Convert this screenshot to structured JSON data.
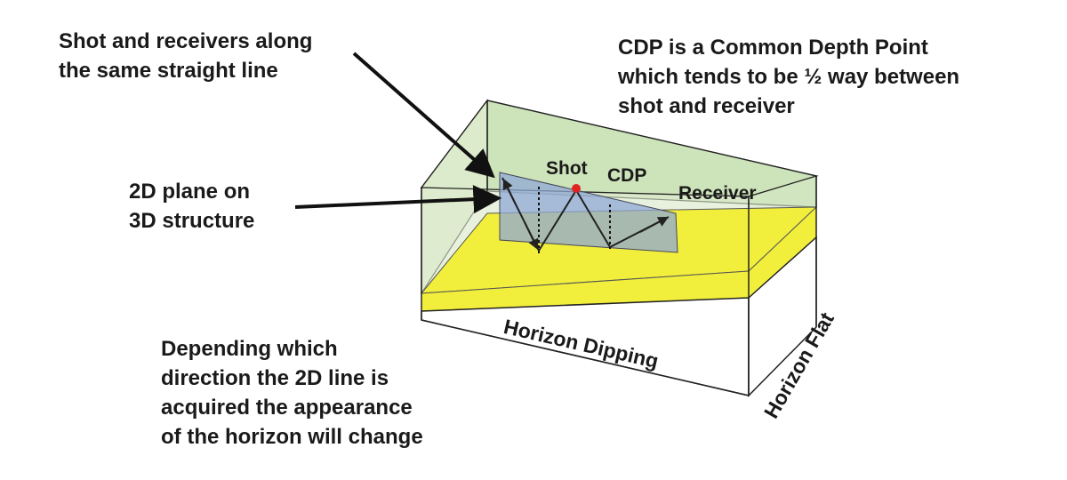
{
  "callouts": {
    "shot_receivers": {
      "line1": "Shot and receivers along",
      "line2": "the same straight line"
    },
    "cdp_definition": {
      "line1": "CDP is a Common Depth Point",
      "line2": "which tends to be ½ way between",
      "line3": "shot and receiver"
    },
    "plane_2d": {
      "line1": "2D plane on",
      "line2": "3D structure"
    },
    "depending": {
      "line1": "Depending which",
      "line2": "direction the 2D line is",
      "line3": "acquired the appearance",
      "line4": "of the horizon will change"
    }
  },
  "inline_labels": {
    "shot": "Shot",
    "cdp": "CDP",
    "receiver": "Receiver"
  },
  "axis_labels": {
    "horizon_dipping": "Horizon Dipping",
    "horizon_flat": "Horizon Flat"
  },
  "colors": {
    "box_fill": "#d3e6c2",
    "horizon_yellow": "#f2ef3c",
    "plane_blue": "#8fa8d6",
    "shot_marker": "#e02424",
    "outline": "#222222"
  }
}
